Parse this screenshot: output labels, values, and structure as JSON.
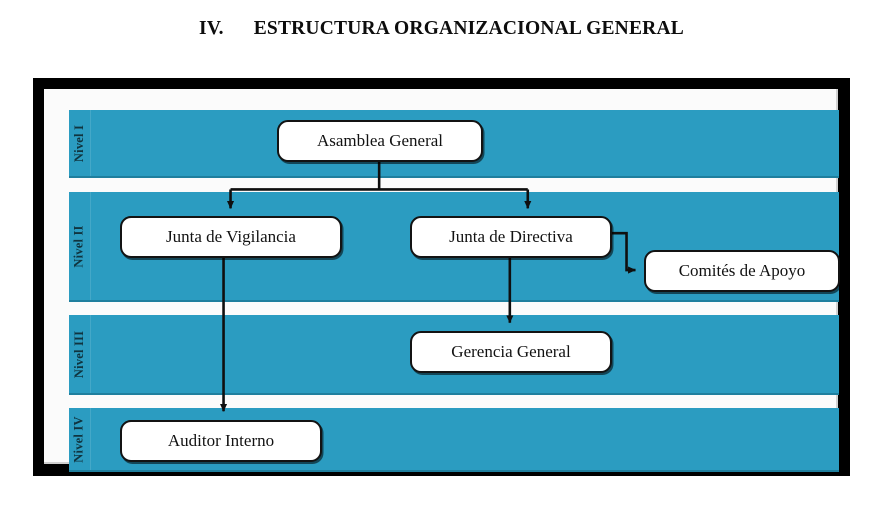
{
  "title": {
    "number": "IV.",
    "text": "ESTRUCTURA ORGANIZACIONAL GENERAL"
  },
  "colors": {
    "band": "#2b9cc1",
    "band_edge": "#1f7f9e",
    "frame": "#000000",
    "node_border": "#131313",
    "node_fill": "#ffffff",
    "text": "#121212"
  },
  "levels": [
    {
      "id": "nivel-1",
      "label": "Nivel I"
    },
    {
      "id": "nivel-2",
      "label": "Nivel II"
    },
    {
      "id": "nivel-3",
      "label": "Nivel III"
    },
    {
      "id": "nivel-4",
      "label": "Nivel IV"
    }
  ],
  "nodes": [
    {
      "id": "asamblea",
      "label": "Asamblea General",
      "level": "Nivel I"
    },
    {
      "id": "vigilancia",
      "label": "Junta de Vigilancia",
      "level": "Nivel II"
    },
    {
      "id": "directiva",
      "label": "Junta de Directiva",
      "level": "Nivel II"
    },
    {
      "id": "comites",
      "label": "Comités de Apoyo",
      "level": "Nivel II"
    },
    {
      "id": "gerencia",
      "label": "Gerencia General",
      "level": "Nivel III"
    },
    {
      "id": "auditor",
      "label": "Auditor Interno",
      "level": "Nivel IV"
    }
  ],
  "connections": [
    {
      "from": "asamblea",
      "to": "vigilancia",
      "style": "elbow-down",
      "arrow": true
    },
    {
      "from": "asamblea",
      "to": "directiva",
      "style": "elbow-down",
      "arrow": true
    },
    {
      "from": "directiva",
      "to": "comites",
      "style": "elbow-right",
      "arrow": true
    },
    {
      "from": "directiva",
      "to": "gerencia",
      "style": "straight",
      "arrow": true
    },
    {
      "from": "vigilancia",
      "to": "auditor",
      "style": "straight",
      "arrow": true
    }
  ]
}
